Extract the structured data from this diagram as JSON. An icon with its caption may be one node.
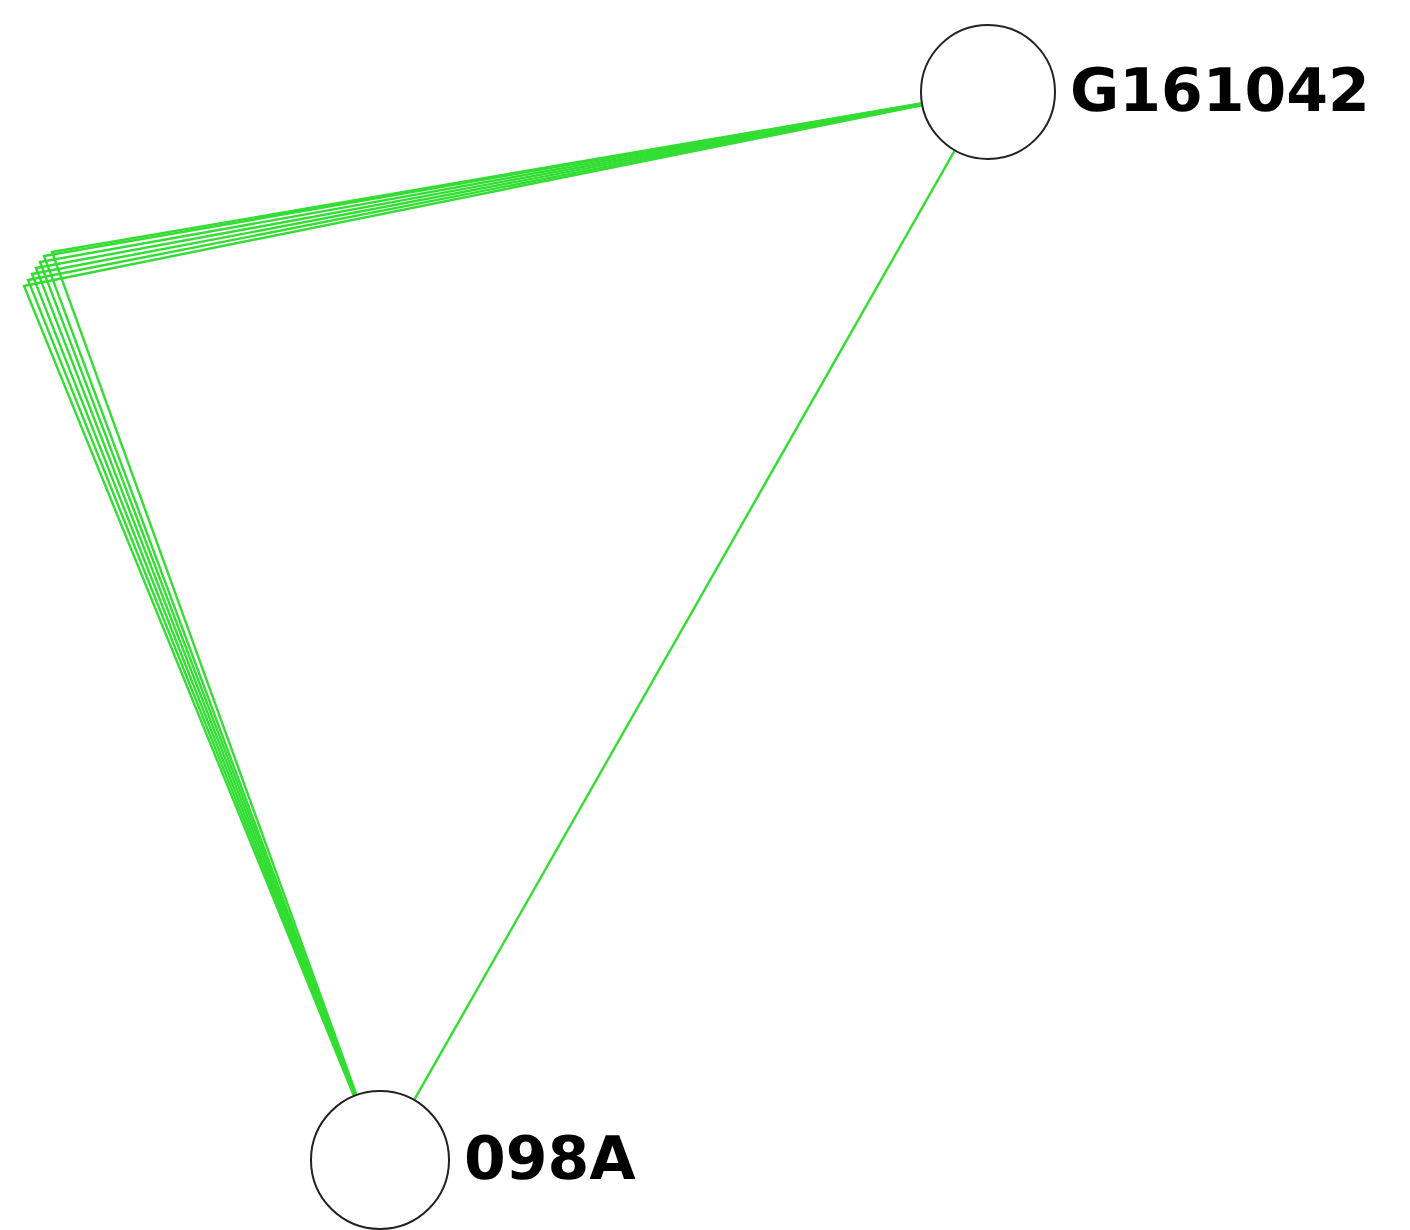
{
  "diagram": {
    "nodes": [
      {
        "text": [
          "G161042"
        ]
      },
      {
        "text": [
          "098A"
        ]
      }
    ],
    "edges": [
      {
        "from": 0,
        "to": 1,
        "arrow": "none"
      },
      {
        "from": 0,
        "to": 1,
        "arrow": "none"
      },
      {
        "from": 0,
        "to": 1,
        "arrow": "none"
      },
      {
        "from": 0,
        "to": 1,
        "arrow": "none"
      },
      {
        "from": 0,
        "to": 1,
        "arrow": "none"
      },
      {
        "from": 0,
        "to": 1,
        "arrow": "none"
      },
      {
        "from": 0,
        "to": 1,
        "arrow": "none"
      },
      {
        "from": 0,
        "to": 1,
        "arrow": "none"
      }
    ]
  }
}
